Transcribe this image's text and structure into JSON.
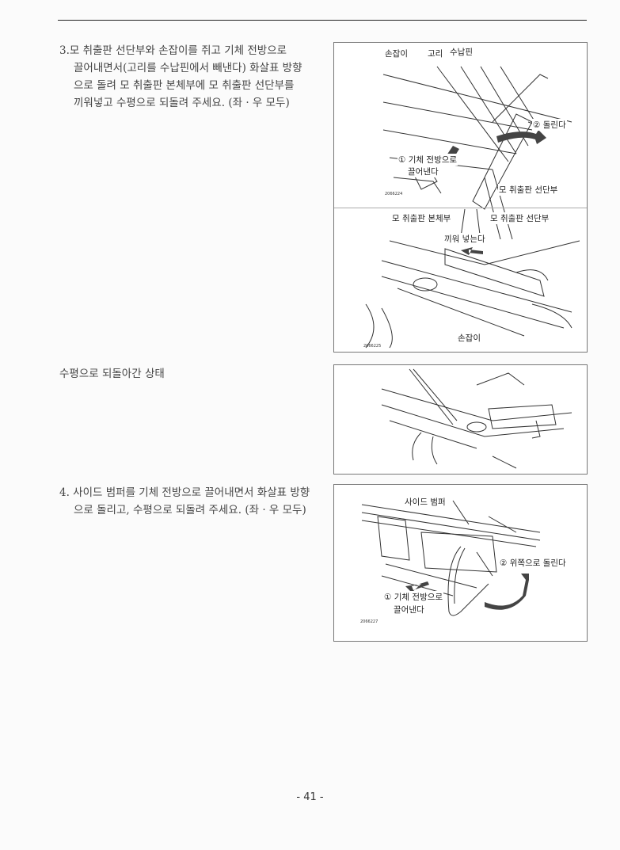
{
  "step3": {
    "lines": [
      "3.모 취출판 선단부와 손잡이를 쥐고 기체 전방으로",
      "끌어내면서(고리를 수납핀에서 빼낸다) 화살표 방향",
      "으로 돌려 모 취출판 본체부에 모 취출판 선단부를",
      "끼워넣고 수평으로 되돌려 주세요. (좌 · 우 모두)"
    ]
  },
  "figure1": {
    "labels": {
      "handle": "손잡이",
      "hook": "고리",
      "storage_pin": "수납핀",
      "rotate": "② 돌린다",
      "pull_1": "① 기체 전방으로",
      "pull_2": "끌어낸다",
      "tip": "모 취출판 선단부"
    },
    "id": "2066224"
  },
  "figure2": {
    "labels": {
      "body": "모 취출판 본체부",
      "tip": "모 취출판 선단부",
      "insert": "끼워 넣는다",
      "handle": "손잡이"
    },
    "id": "2066225"
  },
  "state_caption": "수평으로 되돌아간 상태",
  "step4": {
    "lines": [
      "4. 사이드 범퍼를 기체 전방으로 끌어내면서 화살표 방향",
      "으로 돌리고, 수평으로 되돌려 주세요. (좌 · 우 모두)"
    ]
  },
  "figure4": {
    "labels": {
      "bumper": "사이드 범퍼",
      "rotate_up": "② 위쪽으로 돌린다",
      "pull_1": "① 기체 전방으로",
      "pull_2": "끌어낸다"
    },
    "id": "2066227"
  },
  "page_number": "- 41 -"
}
